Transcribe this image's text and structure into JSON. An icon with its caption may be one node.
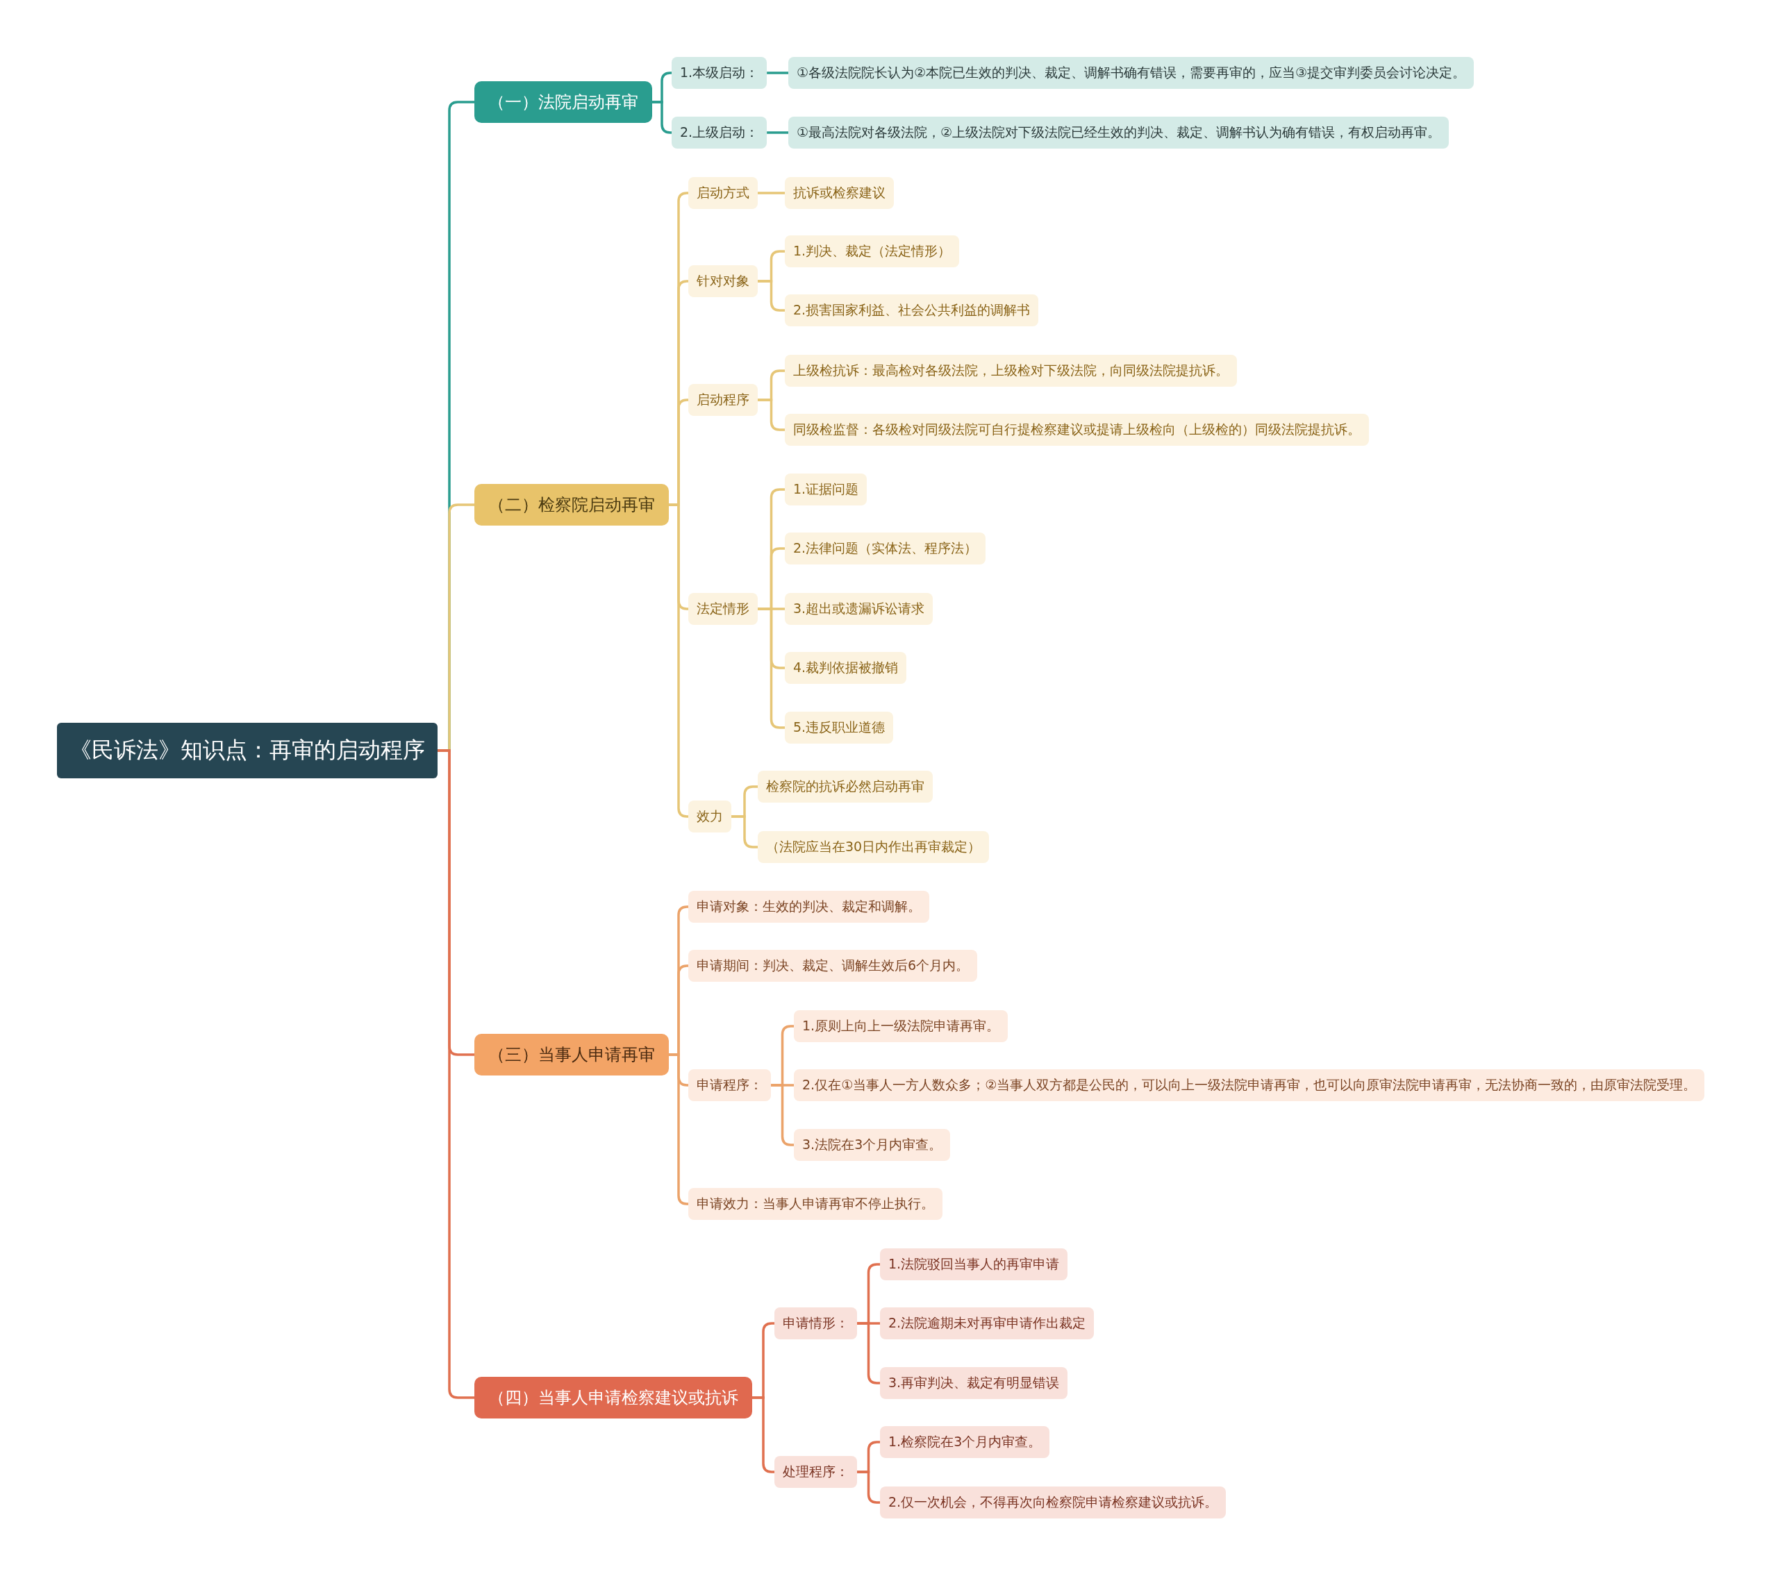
{
  "diagram": {
    "nodes": [
      {
        "text": [
          "《民诉法》知识点：再审的启动程序"
        ]
      },
      {
        "text": [
          "（一）法院启动再审"
        ]
      },
      {
        "text": [
          "1.本级启动："
        ]
      },
      {
        "text": [
          "①各级法院院长认为②本院已生效的判决、裁定、调解书确有错误，需要再审的，应当③提交审判委员会讨论决定。"
        ]
      },
      {
        "text": [
          "2.上级启动："
        ]
      },
      {
        "text": [
          "①最高法院对各级法院，②上级法院对下级法院已经生效的判决、裁定、调解书认为确有错误，有权启动再审。"
        ]
      },
      {
        "text": [
          "（二）检察院启动再审"
        ]
      },
      {
        "text": [
          "启动方式"
        ]
      },
      {
        "text": [
          "抗诉或检察建议"
        ]
      },
      {
        "text": [
          "针对对象"
        ]
      },
      {
        "text": [
          "1.判决、裁定（法定情形）"
        ]
      },
      {
        "text": [
          "2.损害国家利益、社会公共利益的调解书"
        ]
      },
      {
        "text": [
          "启动程序"
        ]
      },
      {
        "text": [
          "上级检抗诉：最高检对各级法院，上级检对下级法院，向同级法院提抗诉。"
        ]
      },
      {
        "text": [
          "同级检监督：各级检对同级法院可自行提检察建议或提请上级检向（上级检的）同级法院提抗诉。"
        ]
      },
      {
        "text": [
          "法定情形"
        ]
      },
      {
        "text": [
          "1.证据问题"
        ]
      },
      {
        "text": [
          "2.法律问题（实体法、程序法）"
        ]
      },
      {
        "text": [
          "3.超出或遗漏诉讼请求"
        ]
      },
      {
        "text": [
          "4.裁判依据被撤销"
        ]
      },
      {
        "text": [
          "5.违反职业道德"
        ]
      },
      {
        "text": [
          "效力"
        ]
      },
      {
        "text": [
          "检察院的抗诉必然启动再审"
        ]
      },
      {
        "text": [
          "（法院应当在30日内作出再审裁定）"
        ]
      },
      {
        "text": [
          "（三）当事人申请再审"
        ]
      },
      {
        "text": [
          "申请对象：生效的判决、裁定和调解。"
        ]
      },
      {
        "text": [
          "申请期间：判决、裁定、调解生效后6个月内。"
        ]
      },
      {
        "text": [
          "申请程序："
        ]
      },
      {
        "text": [
          "1.原则上向上一级法院申请再审。"
        ]
      },
      {
        "text": [
          "2.仅在①当事人一方人数众多；②当事人双方都是公民的，可以向上一级法院申请再审，也可以向原审法院申请再审，无法协商一致的，由原审法院受理。"
        ]
      },
      {
        "text": [
          "3.法院在3个月内审查。"
        ]
      },
      {
        "text": [
          "申请效力：当事人申请再审不停止执行。"
        ]
      },
      {
        "text": [
          "（四）当事人申请检察建议或抗诉"
        ]
      },
      {
        "text": [
          "申请情形："
        ]
      },
      {
        "text": [
          "1.法院驳回当事人的再审申请"
        ]
      },
      {
        "text": [
          "2.法院逾期未对再审申请作出裁定"
        ]
      },
      {
        "text": [
          "3.再审判决、裁定有明显错误"
        ]
      },
      {
        "text": [
          "处理程序："
        ]
      },
      {
        "text": [
          "1.检察院在3个月内审查。"
        ]
      },
      {
        "text": [
          "2.仅一次机会，不得再次向检察院申请检察建议或抗诉。"
        ]
      }
    ],
    "edges": [
      {
        "from": 0,
        "to": 1,
        "arrow": "none",
        "color": "#2a9d8f"
      },
      {
        "from": 1,
        "to": 2,
        "arrow": "none",
        "color": "#2a9d8f"
      },
      {
        "from": 2,
        "to": 3,
        "arrow": "none",
        "color": "#2a9d8f"
      },
      {
        "from": 1,
        "to": 4,
        "arrow": "none",
        "color": "#2a9d8f"
      },
      {
        "from": 4,
        "to": 5,
        "arrow": "none",
        "color": "#2a9d8f"
      },
      {
        "from": 0,
        "to": 6,
        "arrow": "none"
      },
      {
        "from": 6,
        "to": 7,
        "arrow": "none"
      },
      {
        "from": 7,
        "to": 8,
        "arrow": "none"
      },
      {
        "from": 6,
        "to": 9,
        "arrow": "none"
      },
      {
        "from": 9,
        "to": 10,
        "arrow": "none"
      },
      {
        "from": 9,
        "to": 11,
        "arrow": "none"
      },
      {
        "from": 6,
        "to": 12,
        "arrow": "none"
      },
      {
        "from": 12,
        "to": 13,
        "arrow": "none"
      },
      {
        "from": 12,
        "to": 14,
        "arrow": "none"
      },
      {
        "from": 6,
        "to": 15,
        "arrow": "none"
      },
      {
        "from": 15,
        "to": 16,
        "arrow": "none"
      },
      {
        "from": 15,
        "to": 17,
        "arrow": "none"
      },
      {
        "from": 15,
        "to": 18,
        "arrow": "none"
      },
      {
        "from": 15,
        "to": 19,
        "arrow": "none"
      },
      {
        "from": 15,
        "to": 20,
        "arrow": "none"
      },
      {
        "from": 6,
        "to": 21,
        "arrow": "none"
      },
      {
        "from": 21,
        "to": 22,
        "arrow": "none"
      },
      {
        "from": 21,
        "to": 23,
        "arrow": "none"
      },
      {
        "from": 0,
        "to": 24,
        "arrow": "none",
        "color": "#e0704f"
      },
      {
        "from": 24,
        "to": 25,
        "arrow": "none",
        "color": "#eba36a"
      },
      {
        "from": 24,
        "to": 26,
        "arrow": "none",
        "color": "#eba36a"
      },
      {
        "from": 24,
        "to": 27,
        "arrow": "none",
        "color": "#eba36a"
      },
      {
        "from": 27,
        "to": 28,
        "arrow": "none",
        "color": "#eba36a"
      },
      {
        "from": 27,
        "to": 29,
        "arrow": "none",
        "color": "#eba36a"
      },
      {
        "from": 27,
        "to": 30,
        "arrow": "none",
        "color": "#eba36a"
      },
      {
        "from": 24,
        "to": 31,
        "arrow": "none",
        "color": "#eba36a"
      },
      {
        "from": 0,
        "to": 32,
        "arrow": "none",
        "color": "#e0704f"
      },
      {
        "from": 32,
        "to": 33,
        "arrow": "none",
        "color": "#e0704f"
      },
      {
        "from": 33,
        "to": 34,
        "arrow": "none",
        "color": "#e0704f"
      },
      {
        "from": 33,
        "to": 35,
        "arrow": "none",
        "color": "#e0704f"
      },
      {
        "from": 33,
        "to": 36,
        "arrow": "none",
        "color": "#e0704f"
      },
      {
        "from": 32,
        "to": 37,
        "arrow": "none",
        "color": "#e0704f"
      },
      {
        "from": 37,
        "to": 38,
        "arrow": "none",
        "color": "#e0704f"
      },
      {
        "from": 37,
        "to": 39,
        "arrow": "none",
        "color": "#e0704f"
      }
    ]
  }
}
